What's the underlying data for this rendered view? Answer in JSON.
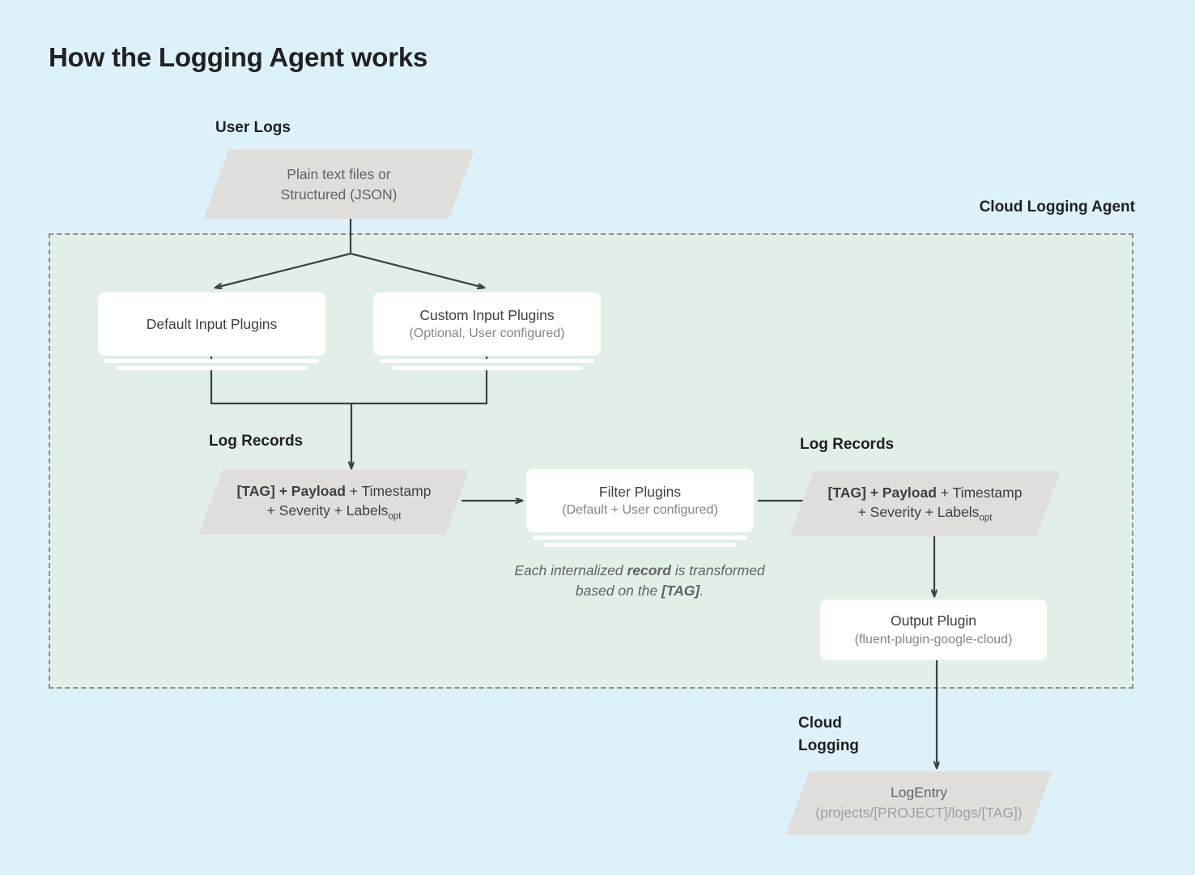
{
  "title": "How the Logging Agent works",
  "labels": {
    "user_logs": "User Logs",
    "cloud_logging_agent": "Cloud Logging Agent",
    "log_records_left": "Log Records",
    "log_records_right": "Log Records",
    "cloud_logging": "Cloud\nLogging"
  },
  "nodes": {
    "user_logs_source": {
      "line1": "Plain text files or",
      "line2": "Structured (JSON)"
    },
    "default_input_plugins": {
      "title": "Default Input Plugins",
      "subtitle": ""
    },
    "custom_input_plugins": {
      "title": "Custom Input Plugins",
      "subtitle": "(Optional, User configured)"
    },
    "log_record_left": {
      "bold": "[TAG] + Payload",
      "rest_line1": " + Timestamp",
      "line2": "+ Severity + Labels",
      "subscript": "opt"
    },
    "filter_plugins": {
      "title": "Filter Plugins",
      "subtitle": "(Default + User configured)"
    },
    "log_record_right": {
      "bold": "[TAG] + Payload",
      "rest_line1": " + Timestamp",
      "line2": "+ Severity + Labels",
      "subscript": "opt"
    },
    "output_plugin": {
      "title": "Output Plugin",
      "subtitle": "(fluent-plugin-google-cloud)"
    },
    "log_entry": {
      "title": "LogEntry",
      "subtitle": "(projects/[PROJECT]/logs/[TAG])"
    }
  },
  "captions": {
    "transform_line1_a": "Each internalized ",
    "transform_line1_b": "record",
    "transform_line1_c": " is",
    "transform_line2_a": "transformed based on the ",
    "transform_line2_b": "[TAG]",
    "transform_line2_c": "."
  },
  "colors": {
    "page_background": "#ddf1fb",
    "agent_fill": "#e2efe7",
    "agent_border": "#8b8f8d",
    "parallelogram_fill": "#e0dedb",
    "card_fill": "#ffffff",
    "connector": "#3c4043",
    "title_text": "#202124",
    "body_text": "#3c4043",
    "muted_text": "#80868b"
  }
}
